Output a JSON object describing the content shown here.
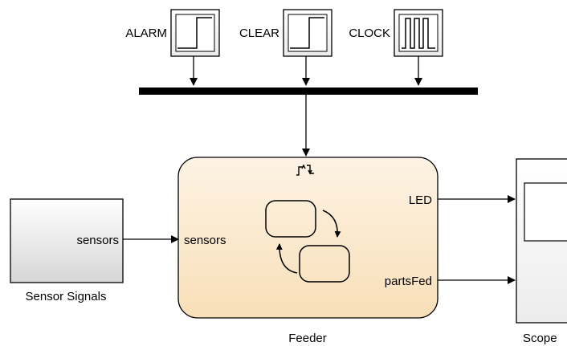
{
  "sources": [
    {
      "label": "ALARM",
      "icon": "step-icon"
    },
    {
      "label": "CLEAR",
      "icon": "step-icon"
    },
    {
      "label": "CLOCK",
      "icon": "pulse-train-icon"
    }
  ],
  "sensor_block": {
    "name": "Sensor Signals",
    "port_out": "sensors"
  },
  "chart_block": {
    "name": "Feeder",
    "port_in": "sensors",
    "ports_out": [
      "LED",
      "partsFed"
    ],
    "trigger_icon": "trigger-edge-icon",
    "content_icon": "state-transition-icon"
  },
  "scope_block": {
    "name": "Scope"
  },
  "colors": {
    "chart_fill_top": "#fdf3e4",
    "chart_fill_bottom": "#f8dfb8",
    "bus": "#000000"
  }
}
